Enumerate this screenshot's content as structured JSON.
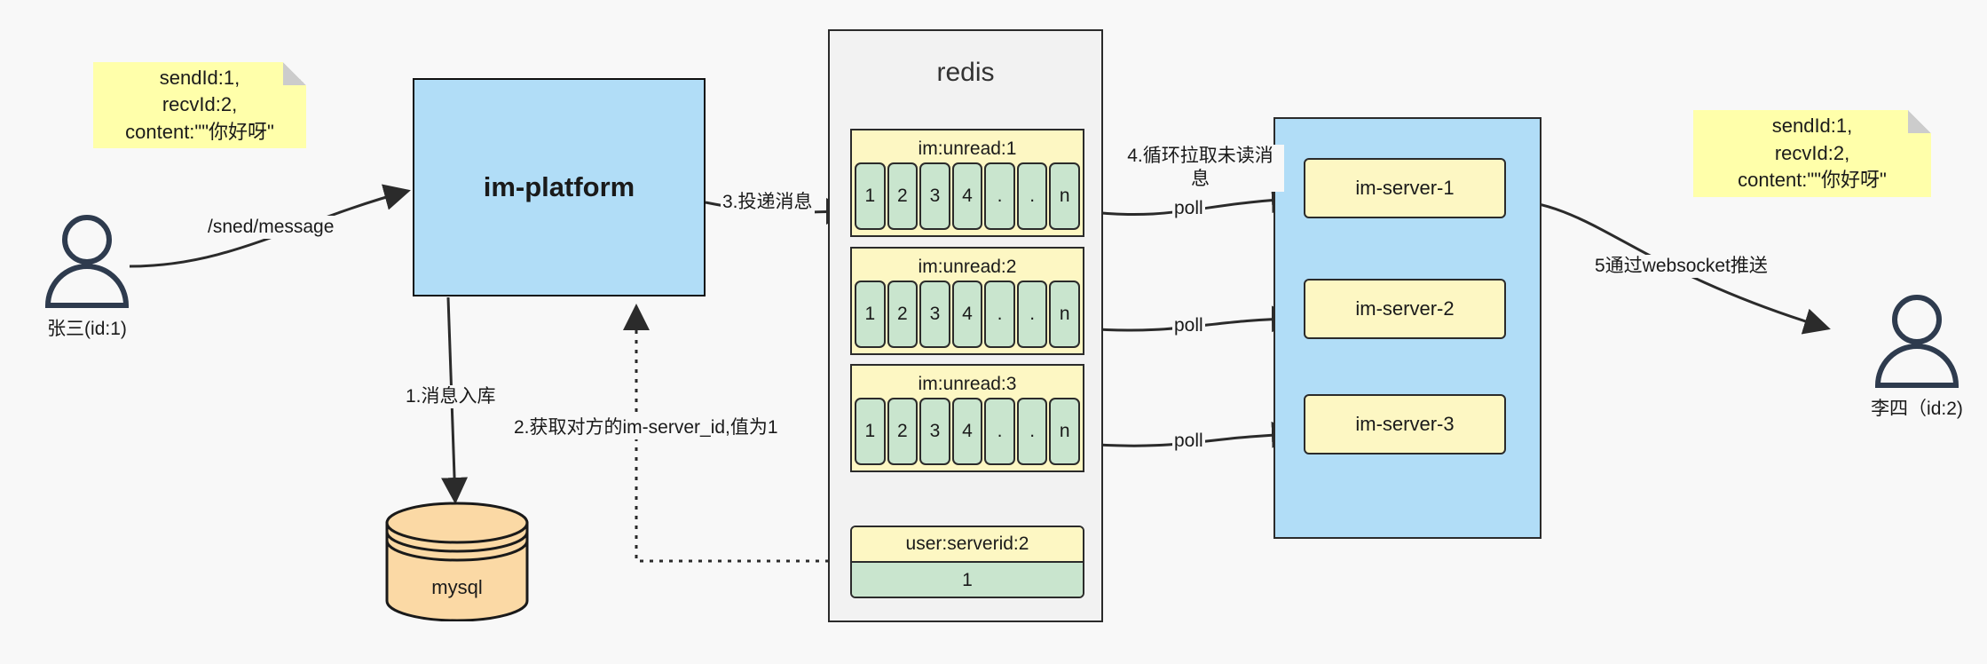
{
  "diagram": {
    "background": "#f8f8f8",
    "accent_blue": "#b1ddf7",
    "accent_yellow": "#fdf7c3",
    "accent_green": "#c9e5ce",
    "accent_orange": "#fbd9a5",
    "note_yellow": "#ffffaa",
    "stroke": "#2b2b2b"
  },
  "notes": {
    "left": "sendId:1,\nrecvId:2,\ncontent:\"\"你好呀\"",
    "right": "sendId:1,\nrecvId:2,\ncontent:\"\"你好呀\""
  },
  "actors": {
    "sender": "张三(id:1)",
    "receiver": "李四（id:2)"
  },
  "platform": {
    "label": "im-platform"
  },
  "mysql": {
    "label": "mysql"
  },
  "redis": {
    "title": "redis",
    "queues": [
      {
        "key": "im:unread:1",
        "cells": [
          "1",
          "2",
          "3",
          "4",
          ".",
          ".",
          "n"
        ]
      },
      {
        "key": "im:unread:2",
        "cells": [
          "1",
          "2",
          "3",
          "4",
          ".",
          ".",
          "n"
        ]
      },
      {
        "key": "im:unread:3",
        "cells": [
          "1",
          "2",
          "3",
          "4",
          ".",
          ".",
          "n"
        ]
      }
    ],
    "kv": {
      "key": "user:serverid:2",
      "value": "1"
    }
  },
  "servers": {
    "items": [
      "im-server-1",
      "im-server-2",
      "im-server-3"
    ]
  },
  "edges": {
    "send_message": "/sned/message",
    "step1": "1.消息入库",
    "step2": "2.获取对方的im-server_id,值为1",
    "step3": "3.投递消息",
    "step4": "4.循环拉取未读消\n息",
    "poll1": "poll",
    "poll2": "poll",
    "poll3": "poll",
    "step5": "5通过websocket推送"
  }
}
